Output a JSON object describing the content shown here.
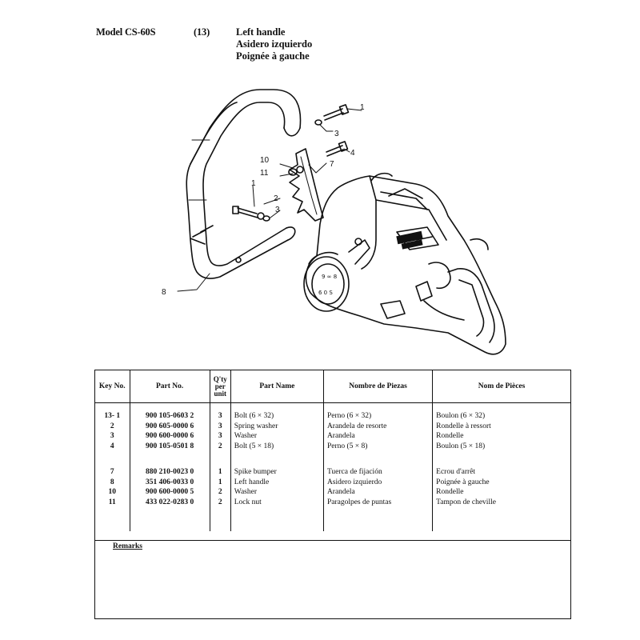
{
  "header": {
    "model": "Model CS-60S",
    "section": "(13)",
    "title_en": "Left handle",
    "title_es": "Asidero izquierdo",
    "title_fr": "Poignée à gauche"
  },
  "diagram": {
    "callouts": [
      "1",
      "3",
      "4",
      "7",
      "10",
      "11",
      "1",
      "2",
      "3",
      "8"
    ]
  },
  "table": {
    "headers": {
      "key": "Key No.",
      "part_no": "Part No.",
      "qty_line1": "Q'ty",
      "qty_line2": "per",
      "qty_line3": "unit",
      "part_name": "Part Name",
      "nombre": "Nombre de Piezas",
      "nom": "Nom de Pièces"
    },
    "rows": [
      {
        "key": "13- 1",
        "part_no": "900 105-0603 2",
        "qty": "3",
        "name": "Bolt (6 × 32)",
        "es": "Perno (6 × 32)",
        "fr": "Boulon (6 × 32)"
      },
      {
        "key": "2",
        "part_no": "900 605-0000 6",
        "qty": "3",
        "name": "Spring washer",
        "es": "Arandela de resorte",
        "fr": "Rondelle à ressort"
      },
      {
        "key": "3",
        "part_no": "900 600-0000 6",
        "qty": "3",
        "name": "Washer",
        "es": "Arandela",
        "fr": "Rondelle"
      },
      {
        "key": "4",
        "part_no": "900 105-0501 8",
        "qty": "2",
        "name": "Bolt (5 × 18)",
        "es": "Perno (5 × 8)",
        "fr": "Boulon (5 × 18)"
      },
      {
        "key": "7",
        "part_no": "880 210-0023 0",
        "qty": "1",
        "name": "Spike bumper",
        "es": "Tuerca de fijación",
        "fr": "Ecrou d'arrêt"
      },
      {
        "key": "8",
        "part_no": "351 406-0033 0",
        "qty": "1",
        "name": "Left handle",
        "es": "Asidero izquierdo",
        "fr": "Poignée à gauche"
      },
      {
        "key": "10",
        "part_no": "900 600-0000 5",
        "qty": "2",
        "name": "Washer",
        "es": "Arandela",
        "fr": "Rondelle"
      },
      {
        "key": "11",
        "part_no": "433 022-0283 0",
        "qty": "2",
        "name": "Lock nut",
        "es": "Paragolpes de puntas",
        "fr": "Tampon de cheville"
      }
    ]
  },
  "remarks": {
    "label": "Remarks"
  }
}
